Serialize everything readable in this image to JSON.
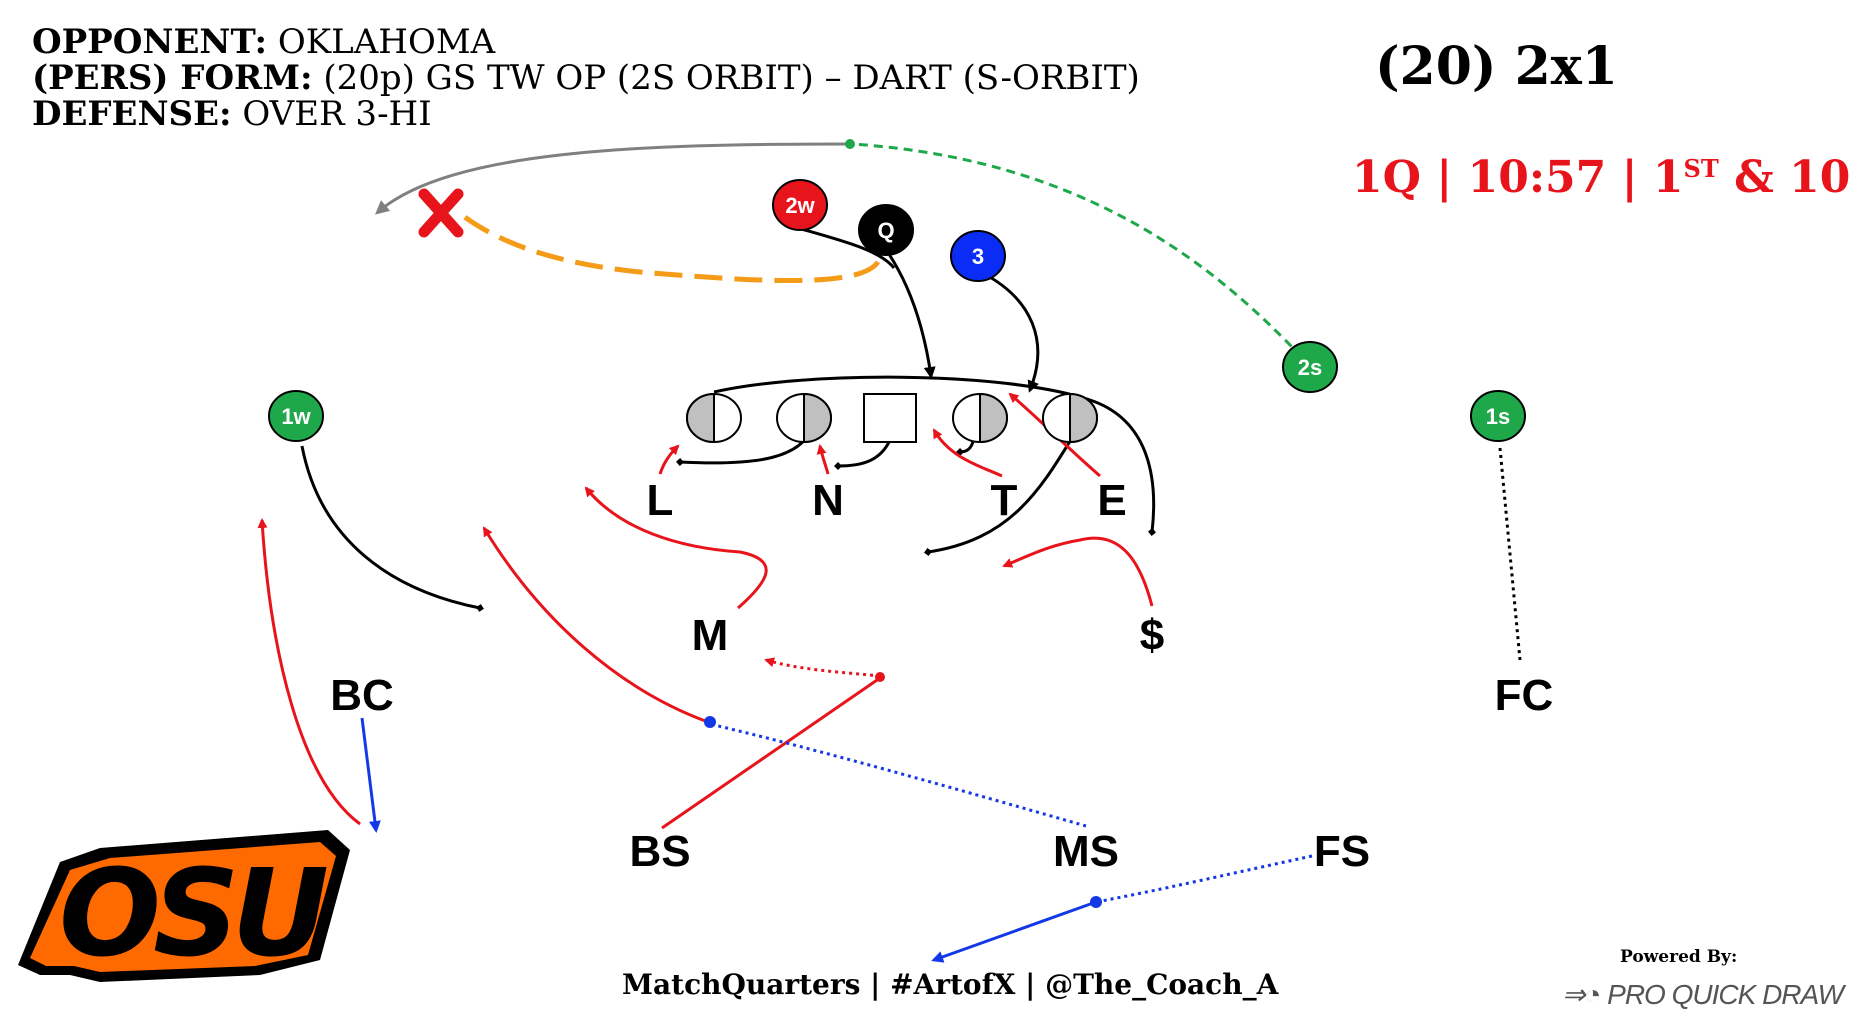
{
  "header": {
    "opponent_key": "OPPONENT:",
    "opponent_value": "OKLAHOMA",
    "form_key": "(PERS) FORM:",
    "form_value": "(20p) GS TW OP (2S ORBIT) – DART (S-ORBIT)",
    "defense_key": "DEFENSE:",
    "defense_value": "OVER 3-HI"
  },
  "formation_title": "(20) 2x1",
  "situation": {
    "prefix": "1Q | 10:57 | 1",
    "ordinal_suffix": "ST",
    "suffix": " & 10"
  },
  "offense": {
    "players": [
      "2w",
      "Q",
      "3",
      "2s",
      "1w",
      "1s"
    ],
    "colors": {
      "red": "#e8141b",
      "black": "#000000",
      "blue": "#0a2cf5",
      "green": "#1ea84a"
    }
  },
  "defense": {
    "players": [
      "L",
      "N",
      "T",
      "E",
      "M",
      "$",
      "BC",
      "FC",
      "BS",
      "MS",
      "FS"
    ]
  },
  "route_colors": {
    "offense": "#000000",
    "defense": "#e8141b",
    "coverage": "#1339e6",
    "motion": "#1ea84a",
    "pitch": "#f49b17",
    "decoy": "#808080"
  },
  "footer": "MatchQuarters | #ArtofX | @The_Coach_A",
  "branding": {
    "powered_by": "Powered By:",
    "product": "PRO QUICK DRAW",
    "logo_text": "OSU",
    "logo_color": "#ff6a00"
  }
}
